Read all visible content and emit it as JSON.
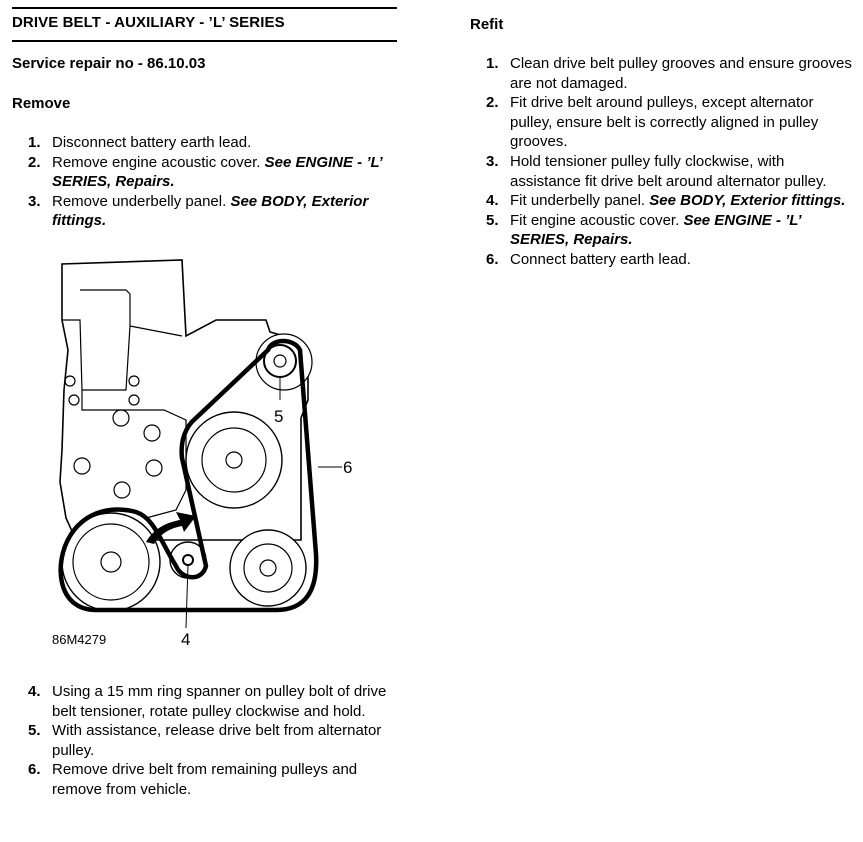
{
  "header": {
    "title": "DRIVE BELT - AUXILIARY - ’L’ SERIES",
    "service_repair": "Service repair no - 86.10.03"
  },
  "remove": {
    "heading": "Remove",
    "steps_a": [
      {
        "num": "1.",
        "text": "Disconnect battery earth lead.",
        "ref": ""
      },
      {
        "num": "2.",
        "text": "Remove engine acoustic cover. ",
        "ref": "See  ENGINE - ’L’ SERIES, Repairs."
      },
      {
        "num": "3.",
        "text": "Remove underbelly panel. ",
        "ref": "See  BODY, Exterior fittings."
      }
    ],
    "steps_b": [
      {
        "num": "4.",
        "text": "Using a 15 mm ring spanner on pulley bolt of drive belt tensioner, rotate pulley clockwise and hold.",
        "ref": ""
      },
      {
        "num": "5.",
        "text": "With assistance, release drive belt from alternator pulley.",
        "ref": ""
      },
      {
        "num": "6.",
        "text": "Remove drive belt from remaining pulleys and remove from vehicle.",
        "ref": ""
      }
    ]
  },
  "figure": {
    "code": "86M4279",
    "callouts": {
      "c4": "4",
      "c5": "5",
      "c6": "6"
    }
  },
  "refit": {
    "heading": "Refit",
    "steps": [
      {
        "num": "1.",
        "text": "Clean drive belt pulley grooves and ensure grooves are not damaged.",
        "ref": ""
      },
      {
        "num": "2.",
        "text": "Fit drive belt around pulleys, except alternator pulley, ensure belt is correctly aligned in pulley grooves.",
        "ref": ""
      },
      {
        "num": "3.",
        "text": "Hold tensioner pulley fully clockwise, with assistance fit drive belt around alternator pulley.",
        "ref": ""
      },
      {
        "num": "4.",
        "text": "Fit underbelly panel. ",
        "ref": "See  BODY, Exterior fittings."
      },
      {
        "num": "5.",
        "text": "Fit engine acoustic cover. ",
        "ref": "See  ENGINE - ’L’ SERIES, Repairs."
      },
      {
        "num": "6.",
        "text": "Connect battery earth lead.",
        "ref": ""
      }
    ]
  }
}
